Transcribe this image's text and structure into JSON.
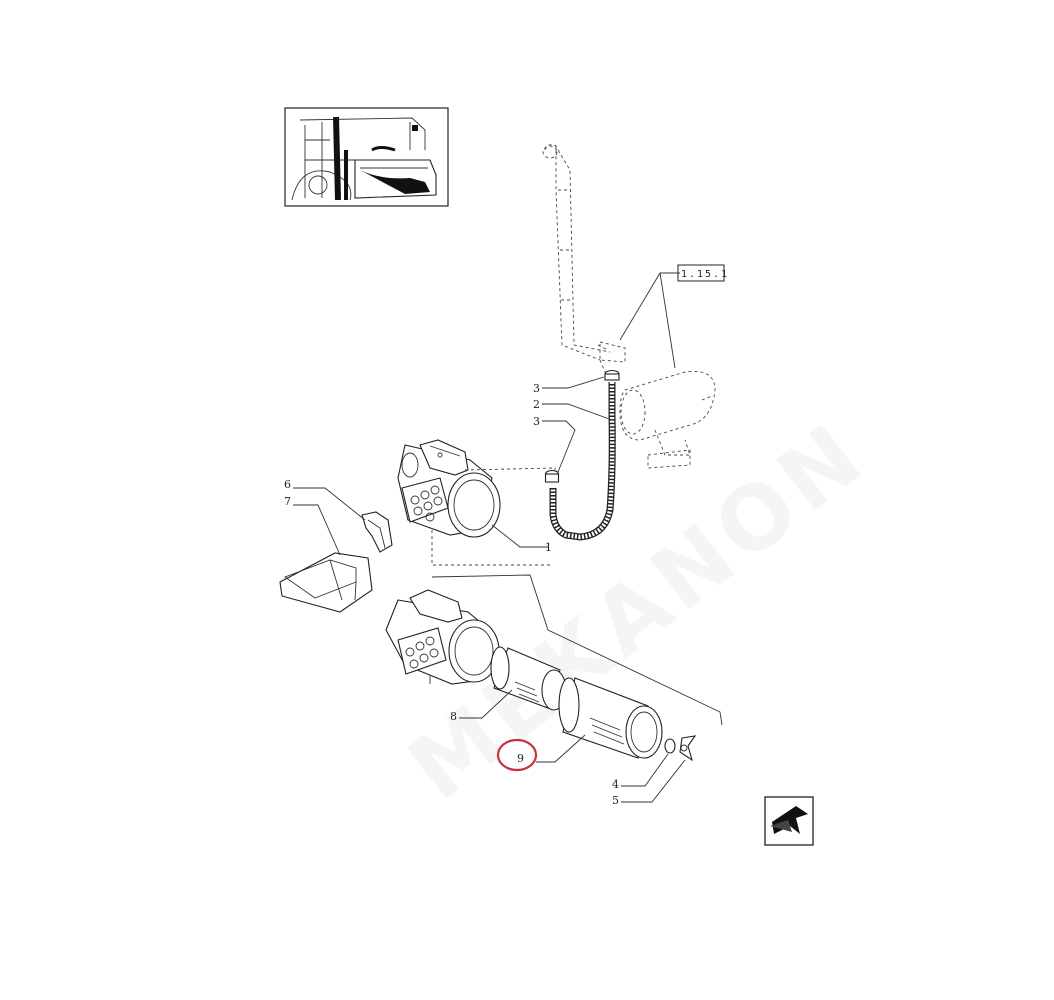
{
  "watermark": "MEKANON",
  "reference": {
    "label": "1.15.1"
  },
  "callouts": [
    {
      "id": "c1",
      "label": "1"
    },
    {
      "id": "c2",
      "label": "2"
    },
    {
      "id": "c3a",
      "label": "3"
    },
    {
      "id": "c3b",
      "label": "3"
    },
    {
      "id": "c4",
      "label": "4"
    },
    {
      "id": "c5",
      "label": "5"
    },
    {
      "id": "c6",
      "label": "6"
    },
    {
      "id": "c7",
      "label": "7"
    },
    {
      "id": "c8",
      "label": "8"
    },
    {
      "id": "c9",
      "label": "9",
      "highlighted": true
    }
  ],
  "colors": {
    "highlight": "#c8323a",
    "line": "#222222"
  },
  "icons": {
    "thumbnail": "tractor-location-thumbnail",
    "navigation": "next-page-arrow-icon"
  }
}
